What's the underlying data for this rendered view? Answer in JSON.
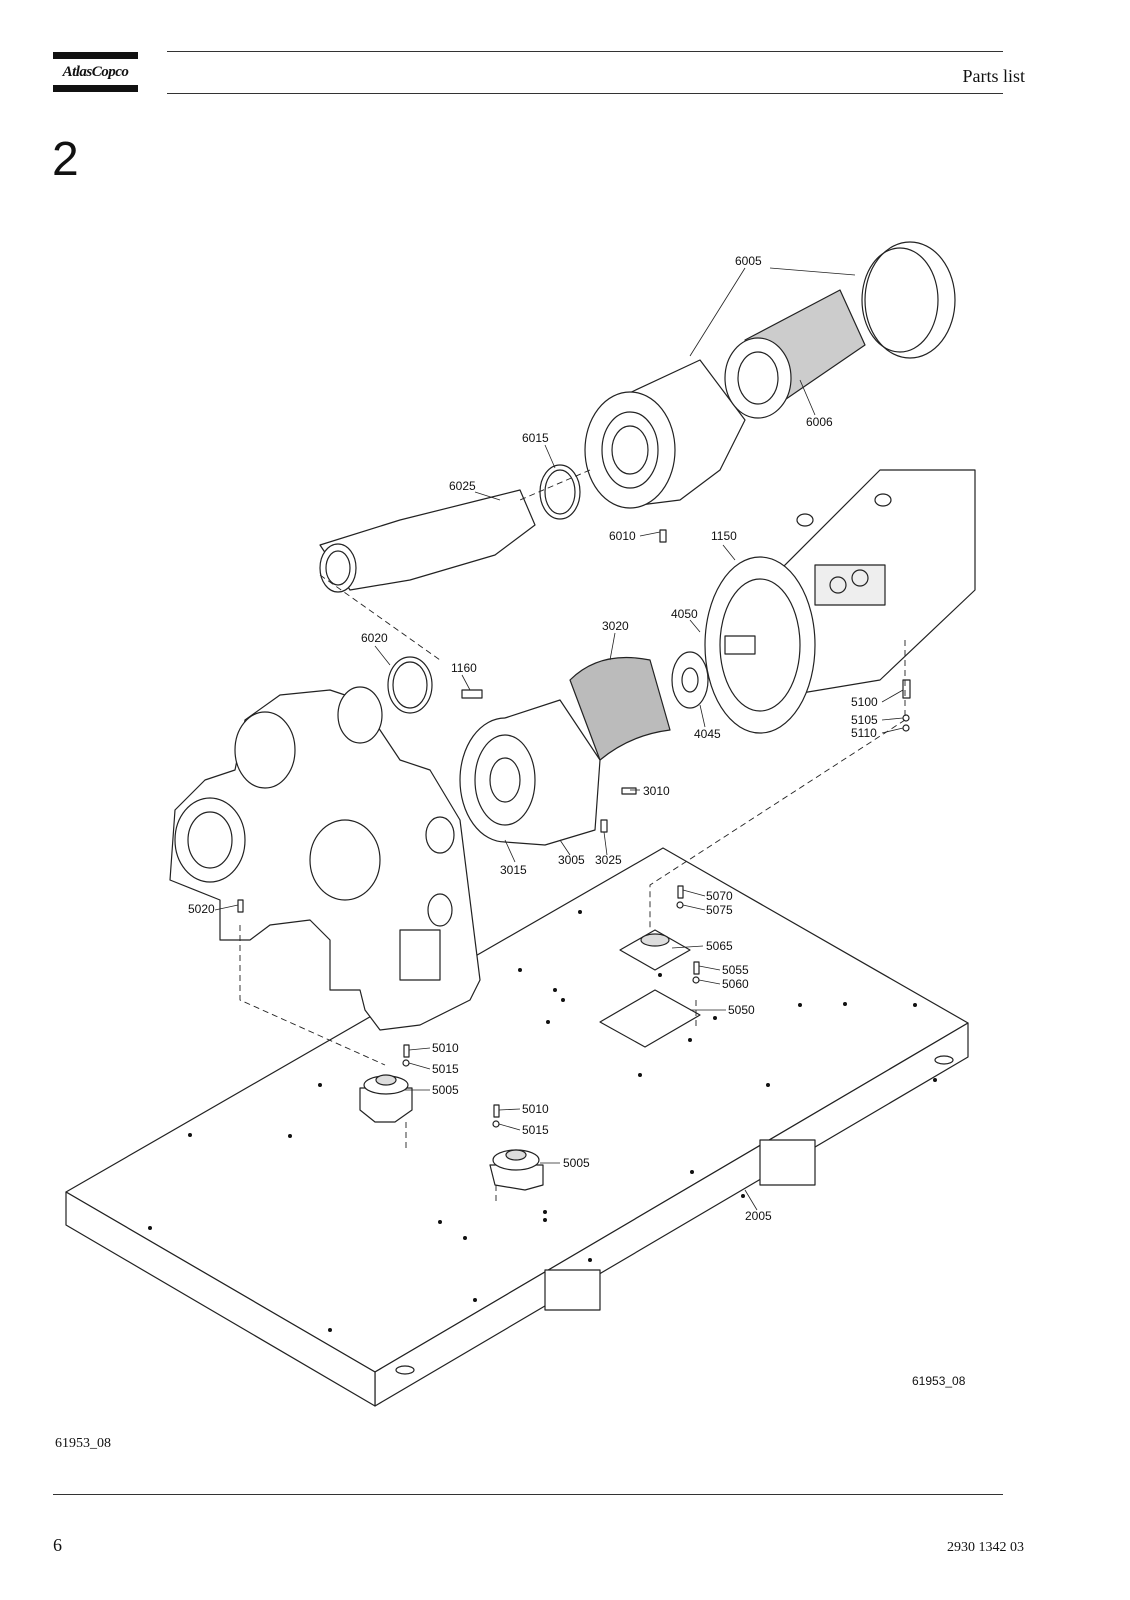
{
  "header": {
    "brand": "AtlasCopco",
    "title": "Parts list"
  },
  "section": {
    "number": "2"
  },
  "diagram": {
    "figure_code": "61953_08",
    "callouts": [
      "6005",
      "6006",
      "6015",
      "6025",
      "6010",
      "1150",
      "4050",
      "3020",
      "6020",
      "1160",
      "5100",
      "5105",
      "5110",
      "4045",
      "3010",
      "3015",
      "3005",
      "3025",
      "5070",
      "5075",
      "5020",
      "5065",
      "5055",
      "5060",
      "5050",
      "5010",
      "5015",
      "5005",
      "2005"
    ]
  },
  "footer": {
    "figure_ref": "61953_08",
    "page": "6",
    "doc_number": "2930 1342 03"
  }
}
